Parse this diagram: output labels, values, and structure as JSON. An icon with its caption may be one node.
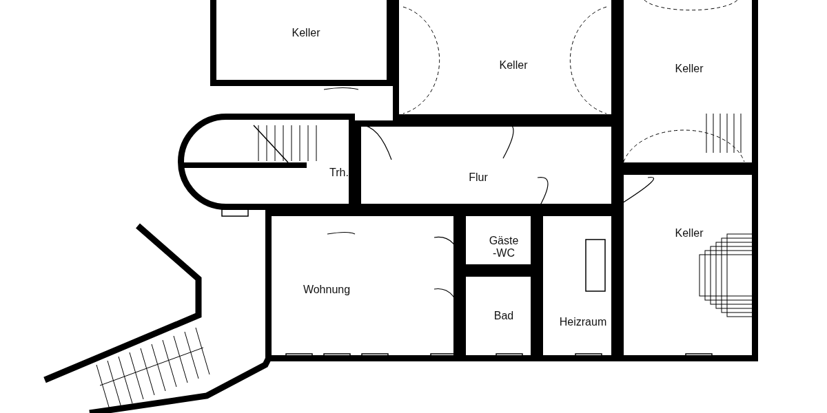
{
  "diagram": {
    "nodes": [
      {
        "text": [
          "Keller"
        ]
      },
      {
        "text": [
          "Keller"
        ]
      },
      {
        "text": [
          "Keller"
        ]
      },
      {
        "text": [
          "Trh."
        ]
      },
      {
        "text": [
          "Flur"
        ]
      },
      {
        "text": [
          "Keller"
        ]
      },
      {
        "text": [
          "Gäste -WC"
        ]
      },
      {
        "text": [
          "Wohnung"
        ]
      },
      {
        "text": [
          "Bad"
        ]
      },
      {
        "text": [
          "Heizraum"
        ]
      }
    ]
  }
}
